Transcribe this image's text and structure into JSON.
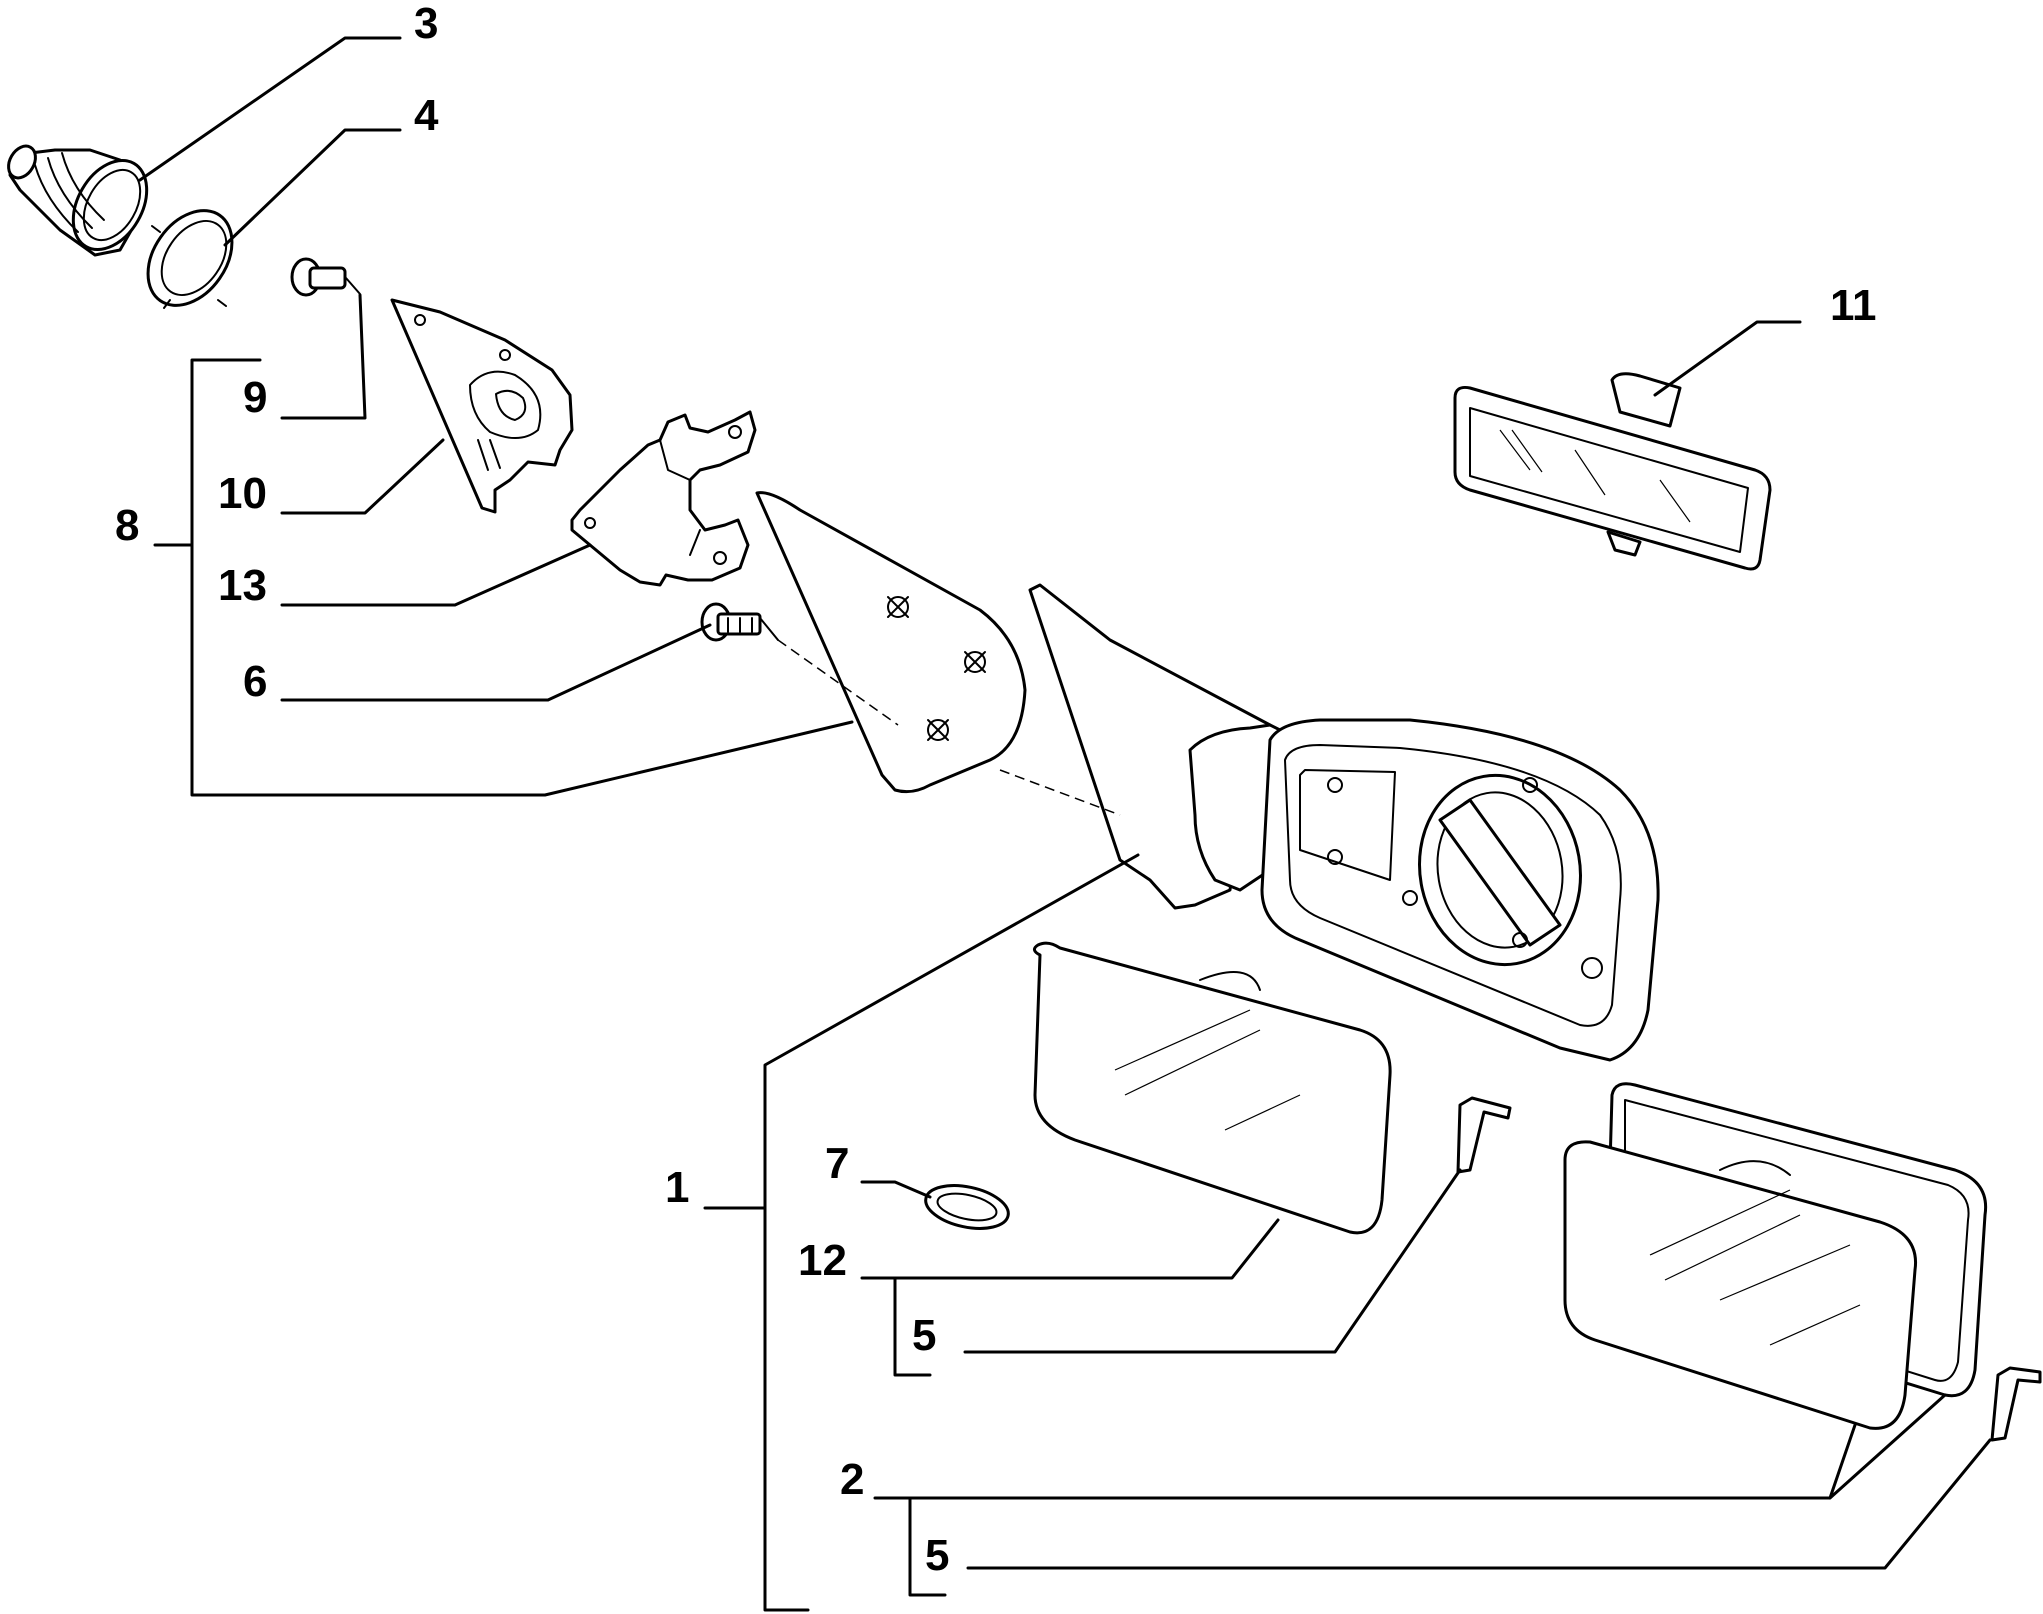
{
  "callouts": {
    "c1": "1",
    "c2": "2",
    "c3": "3",
    "c4": "4",
    "c5a": "5",
    "c5b": "5",
    "c6": "6",
    "c7": "7",
    "c8": "8",
    "c9": "9",
    "c10": "10",
    "c11": "11",
    "c12": "12",
    "c13": "13"
  },
  "colors": {
    "line": "#000000",
    "background": "#ffffff"
  }
}
